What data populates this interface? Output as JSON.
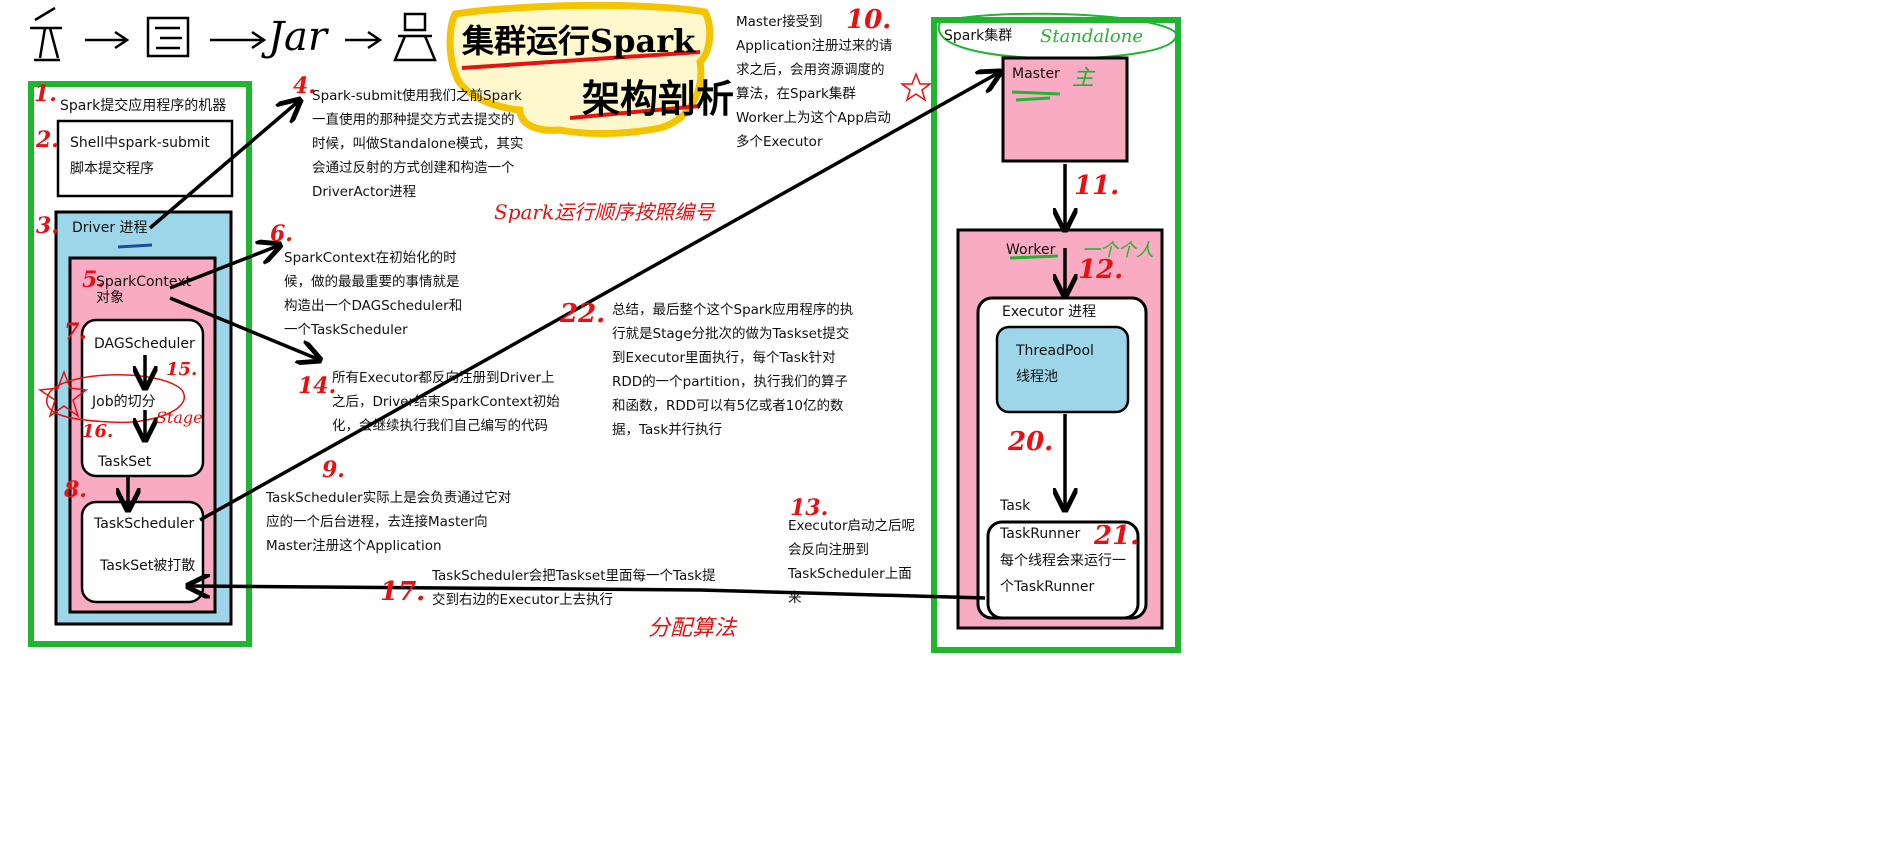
{
  "header": {
    "doodle_text": "Jar",
    "title_line1": "集群运行Spark",
    "title_line2": "架构剖析"
  },
  "numbers": {
    "n1": "1.",
    "n2": "2.",
    "n3": "3.",
    "n4": "4.",
    "n5": "5.",
    "n6": "6.",
    "n7": "7.",
    "n8": "8.",
    "n9": "9.",
    "n10": "10.",
    "n11": "11.",
    "n12": "12.",
    "n13": "13.",
    "n14": "14.",
    "n15": "15.",
    "n16": "16.",
    "n17": "17.",
    "n20": "20.",
    "n21": "21.",
    "n22": "22."
  },
  "left_machine": {
    "title": "Spark提交应用程序的机器",
    "shell_box": "Shell中spark-submit\n脚本提交程序",
    "driver": "Driver 进程",
    "spark_context": "SparkContext\n对象",
    "dag_scheduler": "DAGScheduler",
    "job_split": "Job的切分",
    "stage_note": "Stage",
    "taskset": "TaskSet",
    "task_scheduler": "TaskScheduler",
    "taskset_scattered": "TaskSet被打散"
  },
  "cluster": {
    "title": "Spark集群",
    "mode_note": "Standalone",
    "master": "Master",
    "master_note": "主",
    "worker": "Worker",
    "worker_note": "一个个人",
    "executor": "Executor 进程",
    "thread_pool": "ThreadPool\n线程池",
    "task": "Task",
    "task_runner": "TaskRunner",
    "task_runner_desc": "每个线程会来运行一\n个TaskRunner"
  },
  "notes": {
    "n4": "Spark-submit使用我们之前Spark\n一直使用的那种提交方式去提交的\n时候，叫做Standalone模式，其实\n会通过反射的方式创建和构造一个\nDriverActor进程",
    "order_note": "Spark运行顺序按照编号",
    "n6": "SparkContext在初始化的时\n候，做的最最重要的事情就是\n构造出一个DAGScheduler和\n一个TaskScheduler",
    "n14": "所有Executor都反向注册到Driver上\n之后，Driver结束SparkContext初始\n化，会继续执行我们自己编写的代码",
    "n9": "TaskScheduler实际上是会负责通过它对\n应的一个后台进程，去连接Master向\nMaster注册这个Application",
    "n17": "TaskScheduler会把Taskset里面每一个Task提\n交到右边的Executor上去执行",
    "n17_note": "分配算法",
    "n10": "Master接受到\nApplication注册过来的请\n求之后，会用资源调度的\n算法，在Spark集群\nWorker上为这个App启动\n多个Executor",
    "n22": "总结，最后整个这个Spark应用程序的执\n行就是Stage分批次的做为Taskset提交\n到Executor里面执行，每个Task针对\nRDD的一个partition，执行我们的算子\n和函数，RDD可以有5亿或者10亿的数\n据，Task并行执行",
    "n13": "Executor启动之后呢\n会反向注册到\nTaskScheduler上面\n来"
  },
  "colors": {
    "green": "#1fb52e",
    "blue": "#9cd6e8",
    "pink": "#f9abc4",
    "red": "#e81010",
    "yellow": "#f5c400"
  }
}
